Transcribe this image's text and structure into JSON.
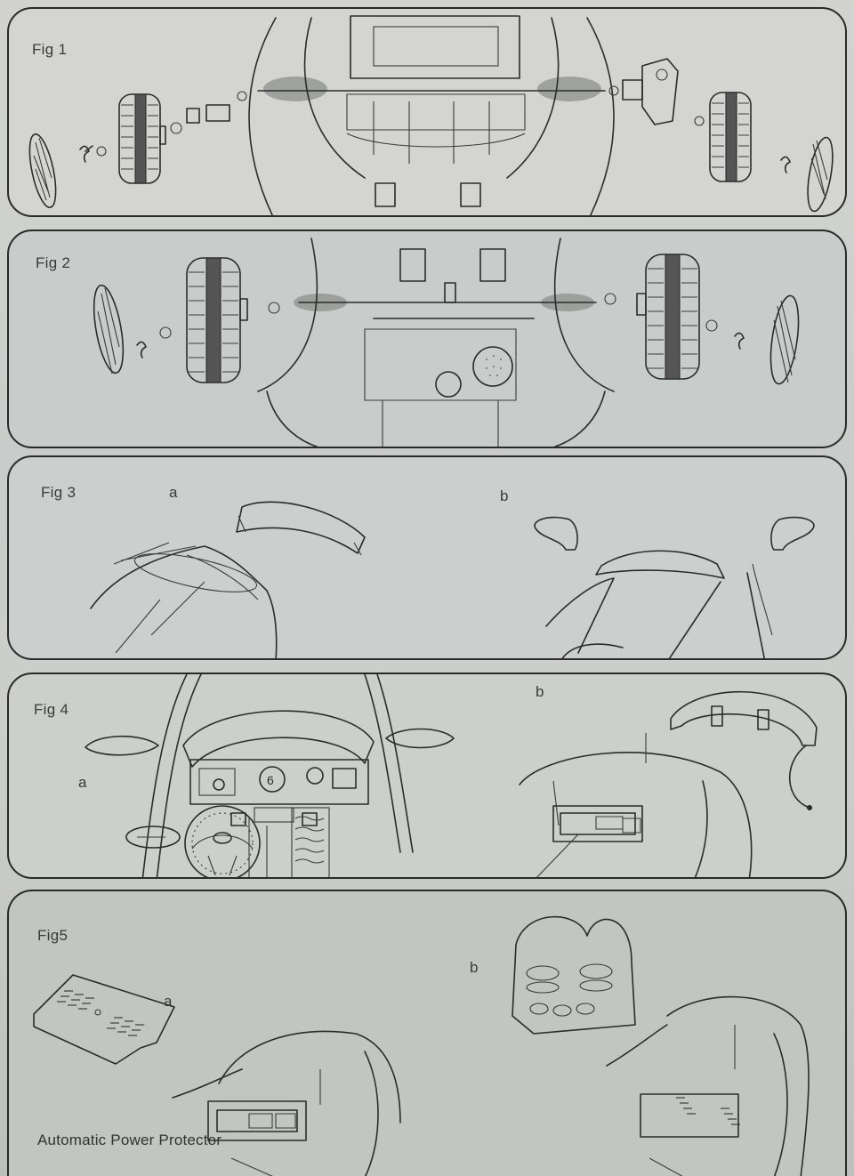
{
  "document": {
    "type": "assembly instruction sheet",
    "colors": {
      "paper": "#cfd1cd",
      "ink": "#2b2b2b",
      "border": "#2a2a2a"
    }
  },
  "figures": [
    {
      "id": "fig1",
      "label": "Fig 1",
      "subject": "rear wheel assembly with hubcaps, washers, bushings and gearbox motor onto rear axle",
      "sub_labels": []
    },
    {
      "id": "fig2",
      "label": "Fig 2",
      "subject": "front wheel assembly with hubcaps and washers onto front axle / steering linkage",
      "sub_labels": []
    },
    {
      "id": "fig3",
      "label": "Fig 3",
      "subject": "windshield installation and side mirror installation",
      "sub_labels": [
        {
          "key": "a",
          "text": "a"
        },
        {
          "key": "b",
          "text": "b"
        }
      ]
    },
    {
      "id": "fig4",
      "label": "Fig 4",
      "subject": "dashboard, steering wheel and mirrors (a); roll bar / rear arch with wire (b)",
      "sub_labels": [
        {
          "key": "a",
          "text": "a"
        },
        {
          "key": "b",
          "text": "b"
        }
      ]
    },
    {
      "id": "fig5",
      "label": "Fig5",
      "subject": "battery cover plate installation (a); seat installation (b)",
      "sub_labels": [
        {
          "key": "a",
          "text": "a"
        },
        {
          "key": "b",
          "text": "b"
        }
      ],
      "caption": "Automatic Power Protector"
    }
  ]
}
